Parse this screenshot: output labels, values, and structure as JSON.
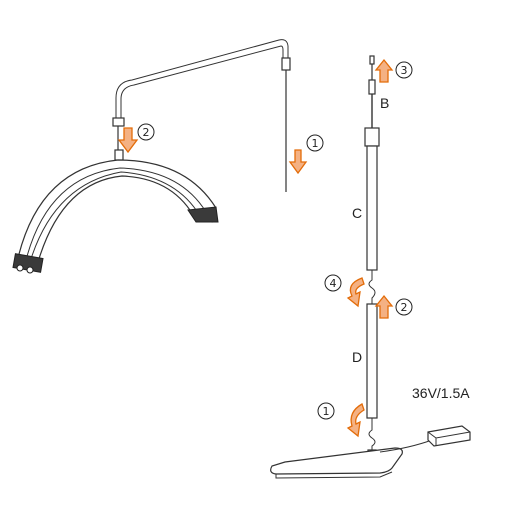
{
  "labels": {
    "pole_top": "B",
    "pole_middle": "C",
    "pole_bottom": "D",
    "power_spec": "36V/1.5A"
  },
  "steps": {
    "arm_insert": "1",
    "head_attach": "2",
    "cable_connect": "3",
    "twist": "4",
    "pole_join": "2",
    "base_attach": "1"
  },
  "colors": {
    "arrow_fill": "#f4b183",
    "arrow_stroke": "#e36c09",
    "line": "#333333"
  }
}
